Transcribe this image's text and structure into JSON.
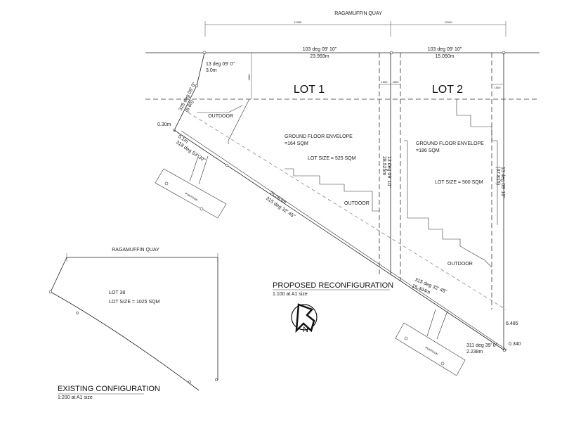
{
  "street": {
    "top": "RAGAMUFFIN QUAY",
    "existing": "RAGAMUFFIN QUAY"
  },
  "top_dims": {
    "left_small": "11995",
    "right_small": "12000"
  },
  "lots": {
    "lot1": {
      "title": "LOT 1",
      "frontage_bearing": "103 deg 09' 10\"",
      "frontage_length": "23.993m",
      "envelope_label": "GROUND FLOOR ENVELOPE",
      "envelope_area": "=164 SQM",
      "lot_size": "LOT SIZE = 525 SQM",
      "outdoor_upper": "OUTDOOR",
      "outdoor_lower": "OUTDOOR",
      "setback_small": "4000"
    },
    "lot2": {
      "title": "LOT 2",
      "frontage_bearing": "103 deg 09' 10\"",
      "frontage_length": "15.050m",
      "envelope_label": "GROUND FLOOR ENVELOPE",
      "envelope_area": "=186 SQM",
      "lot_size": "LOT SIZE = 500 SQM",
      "outdoor": "OUTDOOR",
      "setback_small": "1500"
    },
    "lot38": {
      "title": "LOT 38",
      "lot_size": "LOT SIZE = 1025 SQM"
    }
  },
  "boundary": {
    "left_bearing": "13 deg 09' 0\"",
    "left_length": "3.0m",
    "diag_bearing_a": "328 deg 09' 0\"",
    "diag_length_a": "(8.60)",
    "offset_a": "0.30m",
    "offset_b": "0.1m",
    "diag_bearing_b": "318 deg 53' 30\"",
    "shared_bearing": "13 deg 09' 10\"",
    "shared_length": "28.525m",
    "right_bearing": "13 deg 09' 10\"",
    "right_length": "(37.815)",
    "long_length": "25.093m",
    "long_bearing": "315 deg 32' 45\"",
    "lower_bearing": "315 deg 32' 45\"",
    "lower_length": "15.494m",
    "end_dim": "6.485",
    "end_offset": "0.340",
    "end_bearing": "311 deg 39' 0\"",
    "end_length": "2.238m",
    "shared_small_a": "1500",
    "shared_small_b": "1500"
  },
  "pontoons": {
    "upper": "PONTOON",
    "lower": "PONTOON"
  },
  "titles": {
    "proposed": "PROPOSED RECONFIGURATION",
    "proposed_scale": "1:100 at A1 size",
    "existing": "EXISTING CONFIGURATION",
    "existing_scale": "1:200 at A1 size"
  },
  "compass": {
    "letter": "N"
  }
}
